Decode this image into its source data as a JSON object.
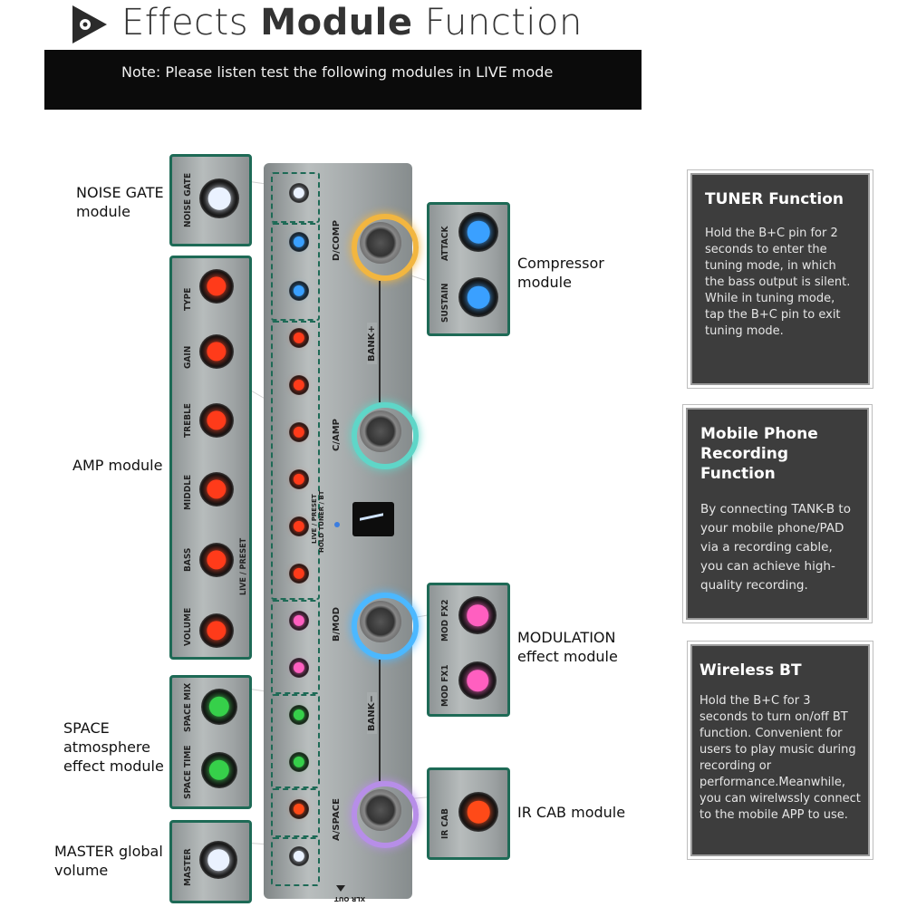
{
  "header": {
    "title_light": "Effects ",
    "title_bold": "Module",
    "title_light2": " Function",
    "note": "Note: Please listen test the following modules in LIVE mode"
  },
  "labels": {
    "noise_gate": "NOISE GATE\nmodule",
    "amp": "AMP module",
    "space": "SPACE\natmosphere\neffect module",
    "master": "MASTER global\nvolume",
    "compressor": "Compressor\nmodule",
    "modulation": "MODULATION\neffect module",
    "ircab": "IR CAB module"
  },
  "knobs": {
    "noise_gate": "NOISE GATE",
    "type": "TYPE",
    "gain": "GAIN",
    "treble": "TREBLE",
    "middle": "MIDDLE",
    "bass": "BASS",
    "volume": "VOLUME",
    "live_preset": "LIVE / PRESET",
    "space_mix": "SPACE MIX",
    "space_time": "SPACE TIME",
    "master": "MASTER",
    "attack": "ATTACK",
    "sustain": "SUSTAIN",
    "mod_fx2": "MOD FX2",
    "mod_fx1": "MOD FX1",
    "ir_cab": "IR CAB"
  },
  "pedal": {
    "d_comp": "D/COMP",
    "bank_plus": "BANK+",
    "c_amp": "C/AMP",
    "b_mod": "B/MOD",
    "bank_minus": "BANK−",
    "a_space": "A/SPACE",
    "xlr_out": "XLR OUT",
    "hold_tuner": "HOLD TUNER / BT",
    "live_preset": "LIVE / PRESET"
  },
  "cards": {
    "tuner": {
      "title": "TUNER Function",
      "body": "Hold the B+C pin for 2 seconds to enter the tuning mode, in which the bass output is silent. While in tuning mode, tap the B+C pin to exit tuning mode."
    },
    "mobile": {
      "title": "Mobile Phone Recording Function",
      "body": "By connecting TANK-B to your mobile phone/PAD via a recording cable, you can achieve high-quality recording."
    },
    "bt": {
      "title": "Wireless BT",
      "body": "Hold the B+C for 3 seconds to turn on/off BT function. Convenient for users to play music during recording or performance.Meanwhile, you can wirelwssly connect to the mobile APP to use."
    }
  },
  "colors": {
    "accent_dash": "#1e6a56",
    "red": "#ff3b1a",
    "blue": "#3aa0ff",
    "green": "#36d04a",
    "pink": "#ff5fc0",
    "white": "#eaf2ff",
    "orange": "#ff4a18"
  }
}
